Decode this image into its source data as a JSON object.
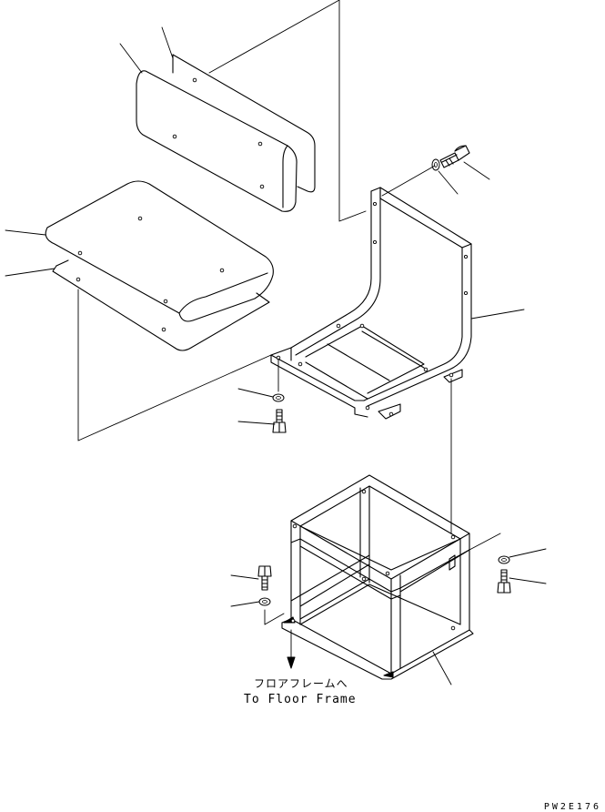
{
  "drawing": {
    "note_japanese": "フロアフレームへ",
    "note_english": "To Floor Frame",
    "drawing_code": "PW2E176"
  }
}
